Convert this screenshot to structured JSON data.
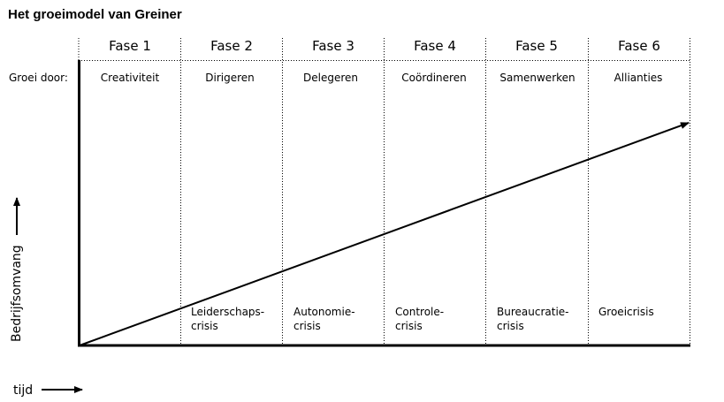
{
  "title": "Het groeimodel van Greiner",
  "row_label": "Groei door:",
  "phases": [
    {
      "name": "Fase 1",
      "growth": "Creativiteit",
      "crisis": [
        "",
        ""
      ]
    },
    {
      "name": "Fase 2",
      "growth": "Dirigeren",
      "crisis": [
        "Leiderschaps-",
        "crisis"
      ]
    },
    {
      "name": "Fase 3",
      "growth": "Delegeren",
      "crisis": [
        "Autonomie-",
        "crisis"
      ]
    },
    {
      "name": "Fase 4",
      "growth": "Coördineren",
      "crisis": [
        "Controle-",
        "crisis"
      ]
    },
    {
      "name": "Fase 5",
      "growth": "Samenwerken",
      "crisis": [
        "Bureaucratie-",
        "crisis"
      ]
    },
    {
      "name": "Fase 6",
      "growth": "Allianties",
      "crisis": [
        "Groeicrisis",
        ""
      ]
    }
  ],
  "y_axis_label": "Bedrijfsomvang",
  "x_axis_label": "tijd"
}
